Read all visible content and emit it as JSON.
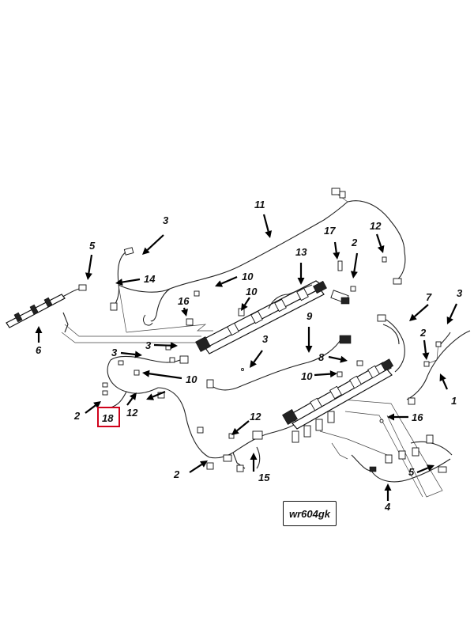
{
  "callouts": {
    "c1": "1",
    "c2a": "2",
    "c2b": "2",
    "c2c": "2",
    "c2d": "2",
    "c3a": "3",
    "c3b": "3",
    "c3c": "3",
    "c3d": "3",
    "c3e": "3",
    "c4": "4",
    "c5a": "5",
    "c5b": "5",
    "c6": "6",
    "c7": "7",
    "c8": "8",
    "c9": "9",
    "c10a": "10",
    "c10b": "10",
    "c10c": "10",
    "c10d": "10",
    "c11": "11",
    "c12a": "12",
    "c12b": "12",
    "c12c": "12",
    "c13": "13",
    "c14": "14",
    "c15": "15",
    "c16a": "16",
    "c16b": "16",
    "c17": "17",
    "c18": "18"
  },
  "diagram_tag": "wr604gk",
  "highlight_color": "#d0021b"
}
